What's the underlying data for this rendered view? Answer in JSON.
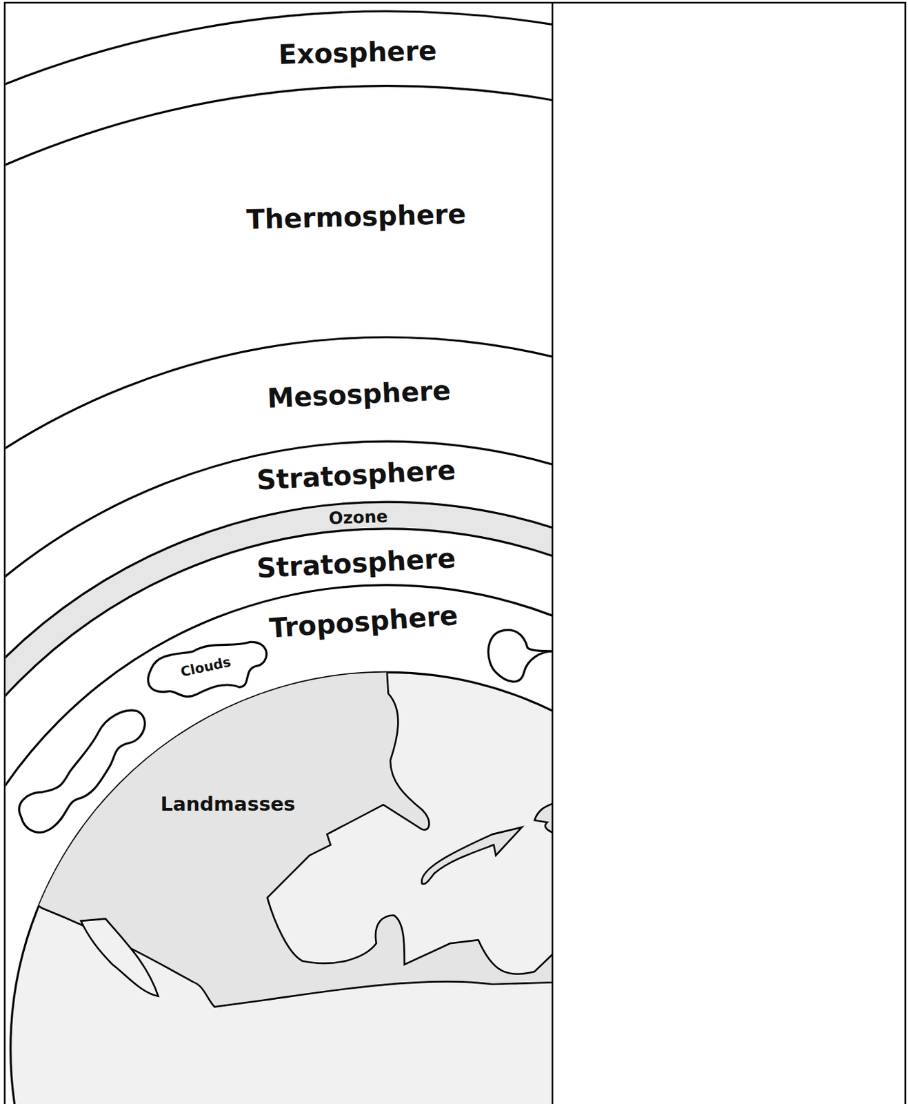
{
  "diagram": {
    "labels": [
      "Exosphere",
      "Thermosphere",
      "Mesosphere",
      "Stratosphere",
      "Ozone",
      "Stratosphere",
      "Troposphere",
      "Clouds",
      "Landmasses"
    ]
  }
}
